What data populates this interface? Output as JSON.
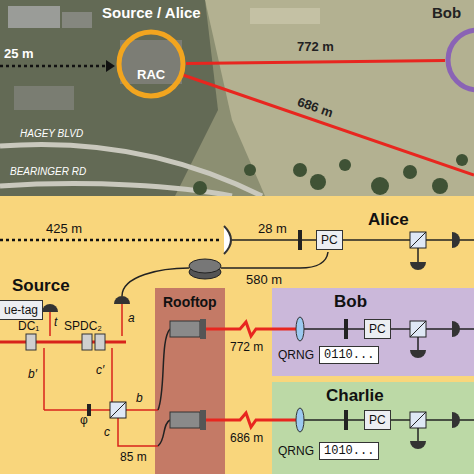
{
  "diagram": {
    "nodes": [
      {
        "text": [
          "Source / Alice",
          "RAC"
        ]
      },
      {
        "text": [
          "Bob"
        ]
      },
      {
        "text": [
          "Source"
        ]
      },
      {
        "text": [
          "ue-tag"
        ],
        "in": 2
      },
      {
        "text": [
          "PC"
        ],
        "in": 2
      },
      {
        "text": [
          "Rooftop"
        ],
        "in": 2
      },
      {
        "text": [
          "Bob"
        ],
        "in": 2
      },
      {
        "text": [
          "PC"
        ],
        "in": 6
      },
      {
        "text": [
          "QRNG",
          "0110..."
        ],
        "in": 6
      },
      {
        "text": [
          "Charlie"
        ],
        "in": 2
      },
      {
        "text": [
          "PC"
        ],
        "in": 9
      },
      {
        "text": [
          "QRNG",
          "1010..."
        ],
        "in": 9
      }
    ],
    "edges": [
      {
        "from": 0,
        "to": 1,
        "label": "772 m",
        "arrow": "none"
      }
    ],
    "labels": [
      "25 m",
      "686 m",
      "HAGEY BLVD",
      "BEARINGER RD",
      "425 m",
      "28 m",
      "580 m",
      "Alice",
      "DC₁",
      "SPDC₂",
      "t",
      "b′",
      "a",
      "c′",
      "b",
      "c",
      "φ",
      "85 m",
      "772 m",
      "686 m"
    ]
  }
}
